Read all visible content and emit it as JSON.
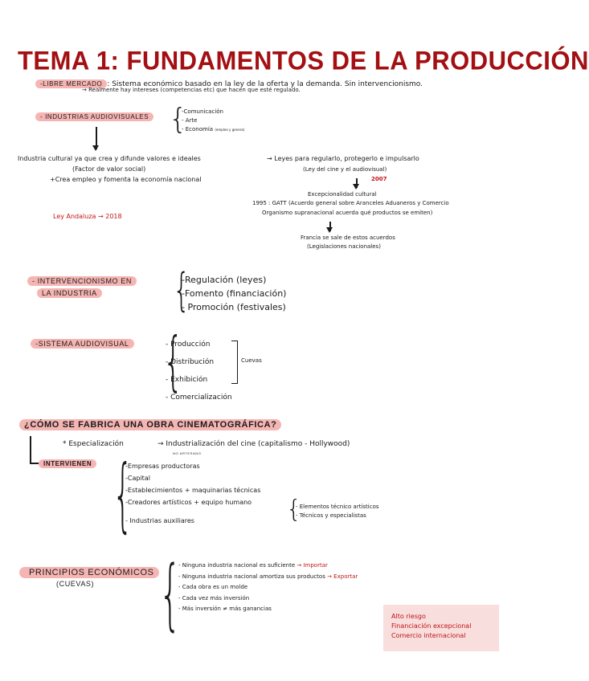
{
  "title": "TEMA 1: FUNDAMENTOS DE LA PRODUCCIÓN",
  "libre_mercado": {
    "label": "-LIBRE MERCADO",
    "definition": ": Sistema económico basado en la ley de la oferta y la demanda. Sin intervencionismo.",
    "note": "→ Realmente hay intereses (competencias etc) que hacen que esté regulado."
  },
  "industrias_audiovisuales": {
    "label": "- INDUSTRIAS AUDIOVISUALES",
    "items": [
      "-Comunicación",
      "- Arte",
      "- Economía"
    ],
    "economia_note": "(empleo y genera)",
    "industria_cultural": "Industria cultural ya que crea y difunde valores e ideales",
    "factor": "(Factor de valor social)",
    "empleo": "+Crea empleo y fomenta la economía nacional",
    "leyes": "→ Leyes para regularlo, protegerlo e impulsarlo",
    "ley_cine": "(Ley del cine y el audiovisual)",
    "year_2007": "2007",
    "excepcionalidad": "Excepcionalidad cultural",
    "gatt": "1995 : GATT (Acuerdo general sobre Aranceles Aduaneros y Comercio",
    "organismo": "Organismo supranacional acuerda qué productos se emiten)",
    "francia": "Francia se sale de estos acuerdos",
    "legislaciones": "(Legislaciones nacionales)",
    "ley_andaluza": "Ley Andaluza → 2018"
  },
  "intervencionismo": {
    "label_line1": "- INTERVENCIONISMO EN",
    "label_line2": "LA INDUSTRIA",
    "items": [
      "-Regulación (leyes)",
      "-Fomento (financiación)",
      "- Promoción (festivales)"
    ]
  },
  "sistema_audiovisual": {
    "label": "-SISTEMA AUDIOVISUAL",
    "items": [
      "- Producción",
      "- Distribución",
      "- Exhibición",
      "- Comercialización"
    ],
    "bracket_label": "Cuevas"
  },
  "obra_cinematografica": {
    "question": "¿CÓMO SE FABRICA UNA OBRA CINEMATOGRÁFICA?",
    "especializacion": "* Especialización",
    "industrializacion": "→ Industrialización del cine (capitalismo - Hollywood)",
    "no_artesano": "NO ARTESANO",
    "intervienen_label": "INTERVIENEN",
    "items": [
      "-Empresas productoras",
      "-Capital",
      "-Establecimientos + maquinarias técnicas",
      "-Creadores artísticos + equipo humano",
      "- Industrias auxiliares"
    ],
    "sub_items": [
      "- Elementos técnico artísticos",
      "- Técnicos y especialistas"
    ]
  },
  "principios": {
    "label_line1": "PRINCIPIOS ECONÓMICOS",
    "label_line2": "(CUEVAS)",
    "items": [
      {
        "text": "- Ninguna industria nacional es suficiente",
        "note": "→ Importar"
      },
      {
        "text": "- Ninguna industria nacional amortiza sus productos",
        "note": "→ Exportar"
      },
      {
        "text": "- Cada obra es un molde",
        "note": ""
      },
      {
        "text": "- Cada vez más inversión",
        "note": ""
      },
      {
        "text": "- Más inversión ≠ más ganancias",
        "note": ""
      }
    ]
  },
  "note_box": {
    "lines": [
      "Alto riesgo",
      "Financiación excepcional",
      "Comercio internacional"
    ]
  },
  "colors": {
    "title_red": "#a30f12",
    "highlight_pink": "#f5b5b3",
    "note_red": "#c01515",
    "note_box_bg": "#f8dedd"
  }
}
